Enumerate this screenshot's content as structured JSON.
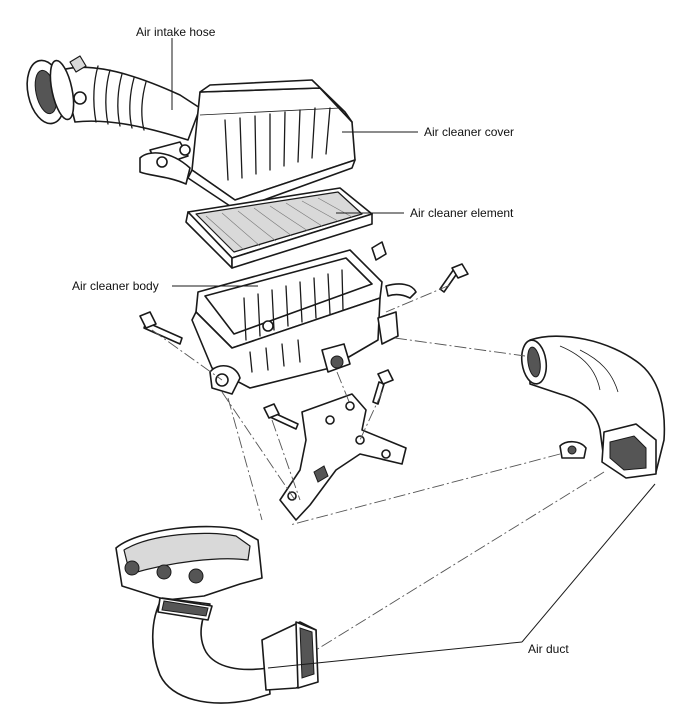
{
  "labels": {
    "air_intake_hose": "Air intake hose",
    "air_cleaner_cover": "Air cleaner cover",
    "air_cleaner_element": "Air cleaner element",
    "air_cleaner_body": "Air cleaner body",
    "air_duct": "Air duct"
  },
  "colors": {
    "line": "#1a1a1a",
    "background": "#ffffff",
    "shade": "#d9d9d9"
  }
}
